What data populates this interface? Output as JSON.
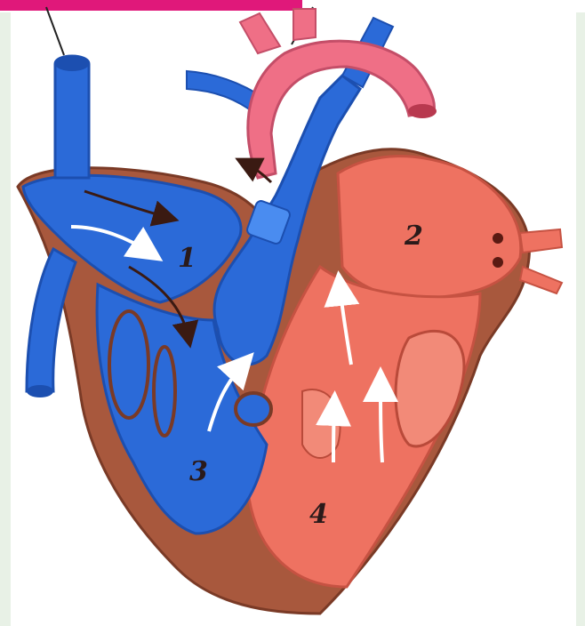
{
  "diagram": {
    "labels": [
      {
        "id": "chamber-1",
        "text": "1"
      },
      {
        "id": "chamber-2",
        "text": "2"
      },
      {
        "id": "chamber-3",
        "text": "3"
      },
      {
        "id": "chamber-4",
        "text": "4"
      }
    ],
    "colors": {
      "venous_blue": "#2b6ad8",
      "venous_dark": "#1c4fb0",
      "arterial_pink": "#ef6f86",
      "heart_red": "#e8695a",
      "heart_brown": "#a8583d",
      "banner_magenta": "#e0187a",
      "border_green": "#e8f1e6"
    },
    "icons": {
      "flow_arrows_white": "arrow-white",
      "flow_arrows_dark": "arrow-dark"
    }
  }
}
